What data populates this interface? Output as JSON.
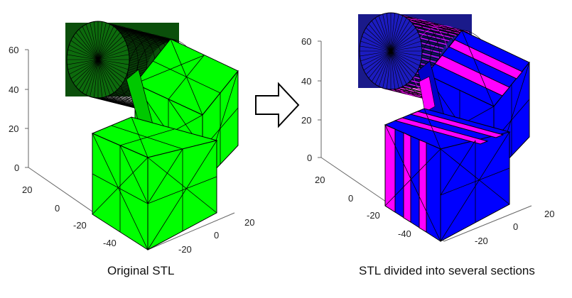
{
  "panels": {
    "left": {
      "caption": "Original STL",
      "z_ticks": [
        "60",
        "40",
        "20",
        "0"
      ],
      "y_ticks": [
        "20",
        "0",
        "-20",
        "-40"
      ],
      "x_ticks": [
        "20",
        "0",
        "-20"
      ]
    },
    "right": {
      "caption": "STL divided into several sections",
      "z_ticks": [
        "60",
        "40",
        "20",
        "0"
      ],
      "y_ticks": [
        "20",
        "0",
        "-20",
        "-40"
      ],
      "x_ticks": [
        "20",
        "0",
        "-20"
      ]
    }
  },
  "arrow": {
    "direction": "right"
  },
  "colors": {
    "mesh_green": "#00ff00",
    "section_blue": "#0000ff",
    "section_magenta": "#ff00ff",
    "mesh_edge": "#000000"
  }
}
